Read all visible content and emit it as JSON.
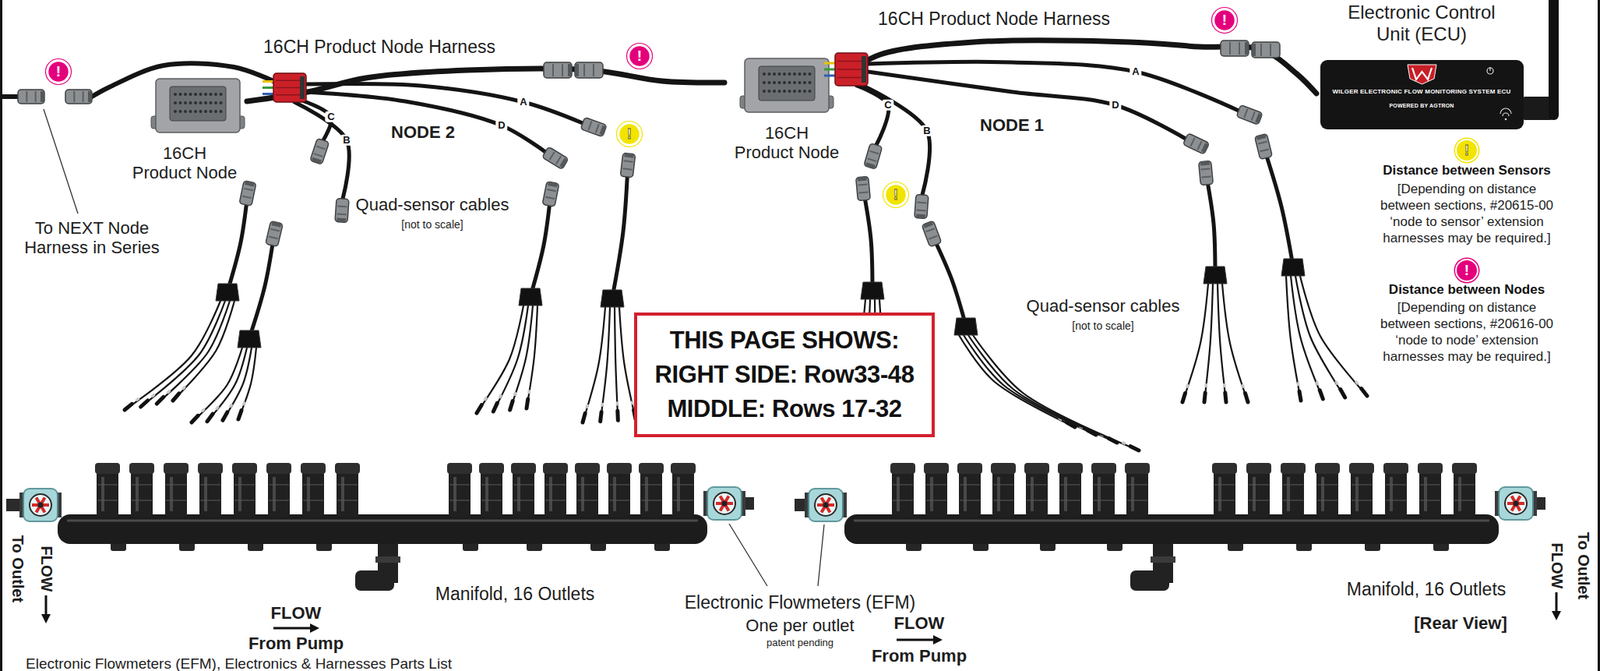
{
  "diagram": {
    "nodes": [
      {
        "text": [
          "16CH Product Node"
        ]
      },
      {
        "text": [
          "16CH Product Node"
        ]
      },
      {
        "text": [
          "Electronic Control Unit (ECU)",
          "WILGER ELECTRONIC FLOW MONITORING SYSTEM ECU",
          "POWERED BY AGTRON"
        ]
      },
      {
        "text": [
          "THIS PAGE SHOWS:",
          "RIGHT SIDE: Row33-48",
          "MIDDLE: Rows 17-32"
        ]
      }
    ],
    "edges": [
      {
        "from": 0,
        "to": 1,
        "arrow": "none"
      },
      {
        "from": 1,
        "to": 2,
        "arrow": "none"
      }
    ],
    "labels": [
      "16CH Product Node Harness",
      "!",
      "!",
      "16CH Product Node Harness",
      "!",
      "NODE 2",
      "C",
      "B",
      "D",
      "A",
      "!",
      "NODE 1",
      "C",
      "B",
      "D",
      "A",
      "!",
      "To NEXT Node Harness in Series",
      "Quad-sensor cables",
      "[not to scale]",
      "Quad-sensor cables",
      "[not to scale]",
      "!",
      "[Depending on distance between sections, #20615-00 ‘node to sensor’ extension harnesses may be required.]",
      "!",
      "[Depending on distance between sections, #20616-00 ‘node to node’ extension harnesses may be required.]",
      "FLOW",
      "To Outlet",
      "Manifold, 16 Outlets",
      "FLOW",
      "From Pump",
      "Electronic Flowmeters (EFM)",
      "One per outlet",
      "patent pending",
      "FLOW",
      "From Pump",
      "Manifold, 16 Outlets",
      "[Rear View]",
      "FLOW",
      "To Outlet",
      "Electronic Flowmeters (EFM), Electronics & Harnesses Parts List"
    ],
    "legend": [
      {
        "text": "Distance between Sensors",
        "color": "#f2e400"
      },
      {
        "text": "Distance between Nodes",
        "color": "#e4007c"
      }
    ]
  }
}
